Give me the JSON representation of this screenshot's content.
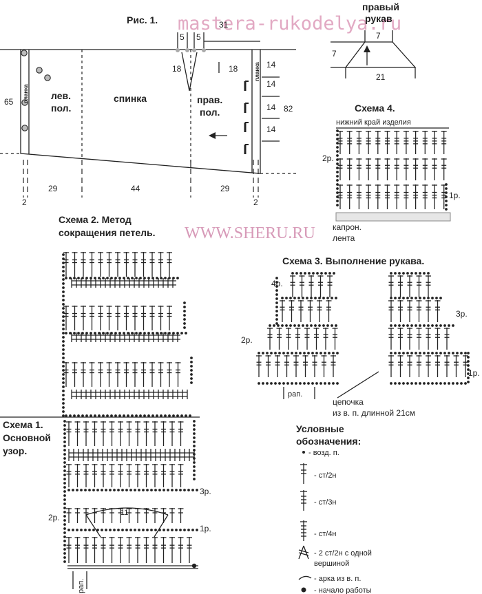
{
  "watermarks": {
    "top": "mastera-rukodelya.ru",
    "middle": "WWW.SHERU.RU"
  },
  "fig1": {
    "title": "Рис. 1.",
    "panels": {
      "left": [
        "лев.",
        "пол."
      ],
      "back": "спинка",
      "right": [
        "прав.",
        "пол."
      ]
    },
    "placket": "планка",
    "dims": {
      "height": "65",
      "top_width": "31",
      "top_notch_a": "5",
      "top_notch_b": "5",
      "dart_left": "18",
      "dart_right": "18",
      "left_width": "29",
      "back_width": "44",
      "right_width": "29",
      "placket_left": "2",
      "placket_right": "2",
      "right_side_total": "82",
      "right_side_steps": [
        "14",
        "14",
        "14",
        "14"
      ]
    }
  },
  "sleeve": {
    "title": [
      "правый",
      "рукав"
    ],
    "top": "7",
    "height": "7",
    "bottom": "21"
  },
  "scheme4": {
    "title": "Схема 4.",
    "top_label": "нижний край изделия",
    "row2": "2р.",
    "row1": "1р.",
    "tape": [
      "капрон.",
      "лента"
    ]
  },
  "scheme2": {
    "title": [
      "Схема 2. Метод",
      "сокращения петель."
    ]
  },
  "scheme1": {
    "title": [
      "Схема 1.",
      "Основной",
      "узор."
    ],
    "row3": "3р.",
    "row2": "2р.",
    "row1": "1р.",
    "arc_count": "11",
    "rapport": "рап."
  },
  "scheme3": {
    "title": "Схема 3. Выполнение рукава.",
    "row4": "4р.",
    "row3": "3р.",
    "row2": "2р.",
    "row1": "1р.",
    "rapport": "рап.",
    "chain": [
      "цепочка",
      "из в. п. длинной 21см"
    ]
  },
  "legend": {
    "title": [
      "Условные",
      "обозначения:"
    ],
    "items": [
      "- возд. п.",
      "- ст/2н",
      "- ст/3н",
      "- ст/4н",
      "- 2 ст/2н с одной",
      "вершиной",
      "- арка из в. п.",
      "- начало работы"
    ]
  }
}
